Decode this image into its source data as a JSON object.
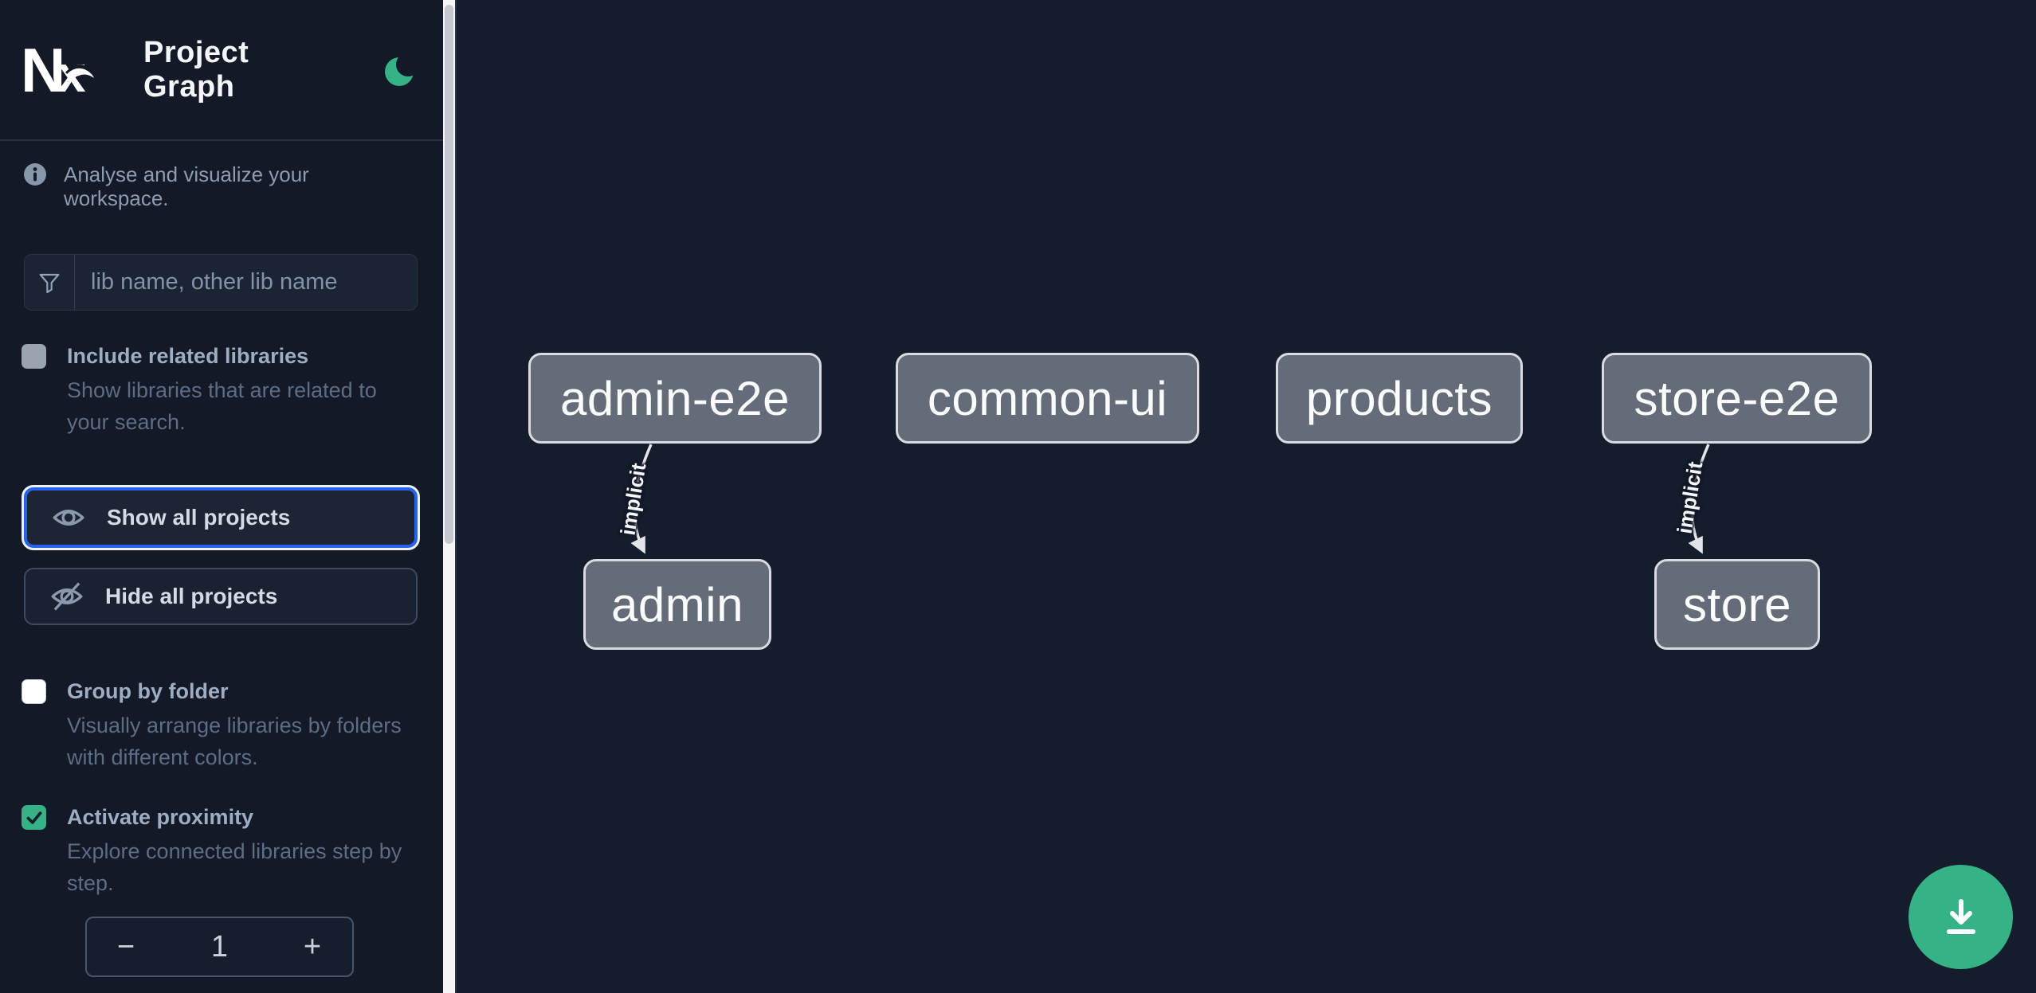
{
  "header": {
    "logo": "Nx",
    "title": "Project Graph"
  },
  "sidebar": {
    "tagline": "Analyse and visualize your workspace.",
    "filter": {
      "placeholder": "lib name, other lib name",
      "value": ""
    },
    "include_related": {
      "label": "Include related libraries",
      "description": "Show libraries that are related to your search.",
      "checked": false
    },
    "actions": {
      "show_all": "Show all projects",
      "hide_all": "Hide all projects"
    },
    "group_by_folder": {
      "label": "Group by folder",
      "description": "Visually arrange libraries by folders with different colors.",
      "checked": false
    },
    "activate_proximity": {
      "label": "Activate proximity",
      "description": "Explore connected libraries step by step.",
      "checked": true
    },
    "stepper": {
      "decrement": "−",
      "value": "1",
      "increment": "+"
    }
  },
  "graph": {
    "nodes": [
      {
        "id": "admin-e2e",
        "label": "admin-e2e"
      },
      {
        "id": "common-ui",
        "label": "common-ui"
      },
      {
        "id": "products",
        "label": "products"
      },
      {
        "id": "store-e2e",
        "label": "store-e2e"
      },
      {
        "id": "admin",
        "label": "admin"
      },
      {
        "id": "store",
        "label": "store"
      }
    ],
    "edges": [
      {
        "source": "admin-e2e",
        "target": "admin",
        "label": "implicit",
        "type": "implicit"
      },
      {
        "source": "store-e2e",
        "target": "store",
        "label": "implicit",
        "type": "implicit"
      }
    ]
  },
  "colors": {
    "accent_blue": "#2563eb",
    "green": "#35b286",
    "node_fill": "#656c79",
    "sidebar_bg": "#131927",
    "canvas_bg": "#151c2b"
  }
}
